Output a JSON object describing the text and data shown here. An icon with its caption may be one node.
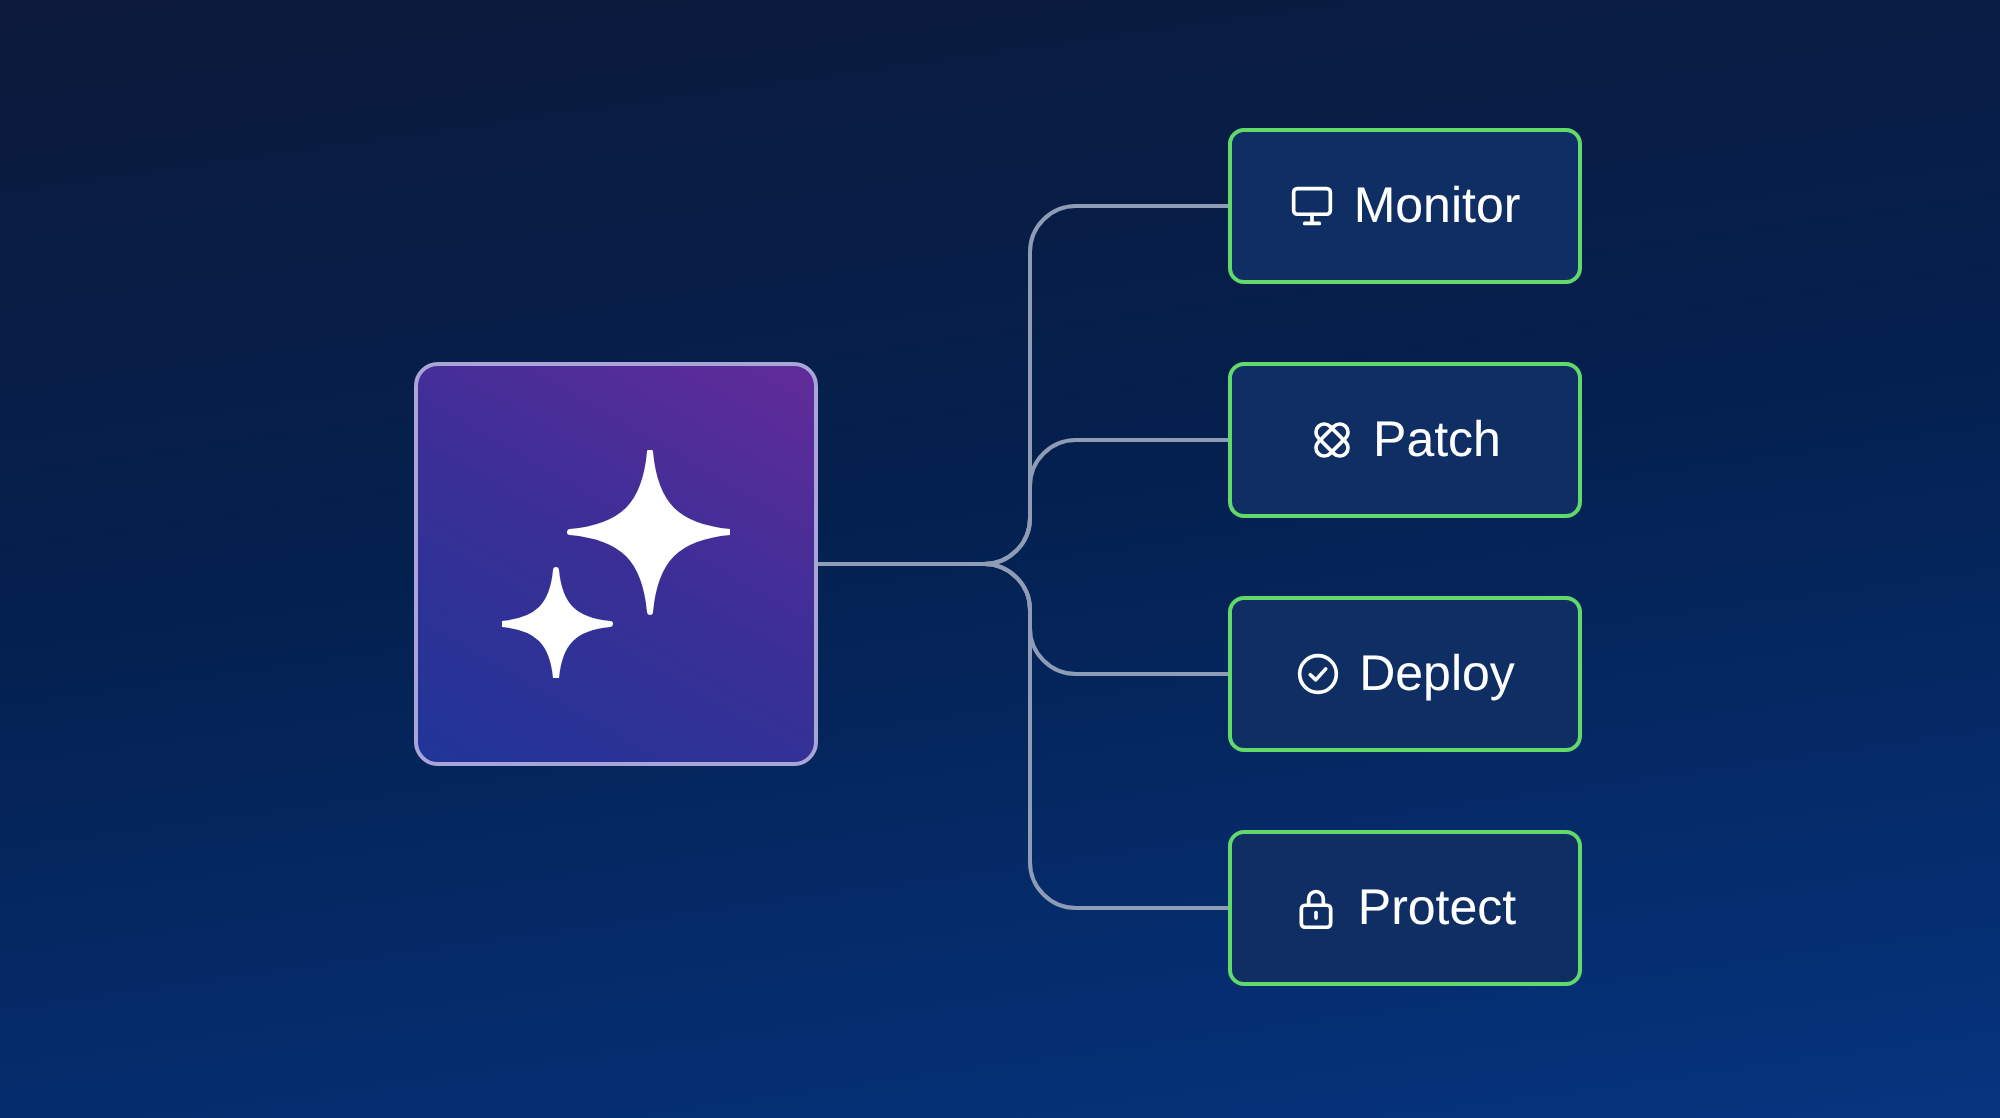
{
  "diagram": {
    "nodes": [
      {
        "text": [],
        "shape": "picture"
      },
      {
        "text": [
          "Monitor"
        ]
      },
      {
        "text": [
          "Patch"
        ]
      },
      {
        "text": [
          "Deploy"
        ]
      },
      {
        "text": [
          "Protect"
        ]
      }
    ],
    "edges": [
      {
        "from": 0,
        "to": 1,
        "arrow": "none"
      },
      {
        "from": 0,
        "to": 2,
        "arrow": "none"
      },
      {
        "from": 0,
        "to": 3,
        "arrow": "none"
      },
      {
        "from": 0,
        "to": 4,
        "arrow": "none"
      }
    ]
  }
}
